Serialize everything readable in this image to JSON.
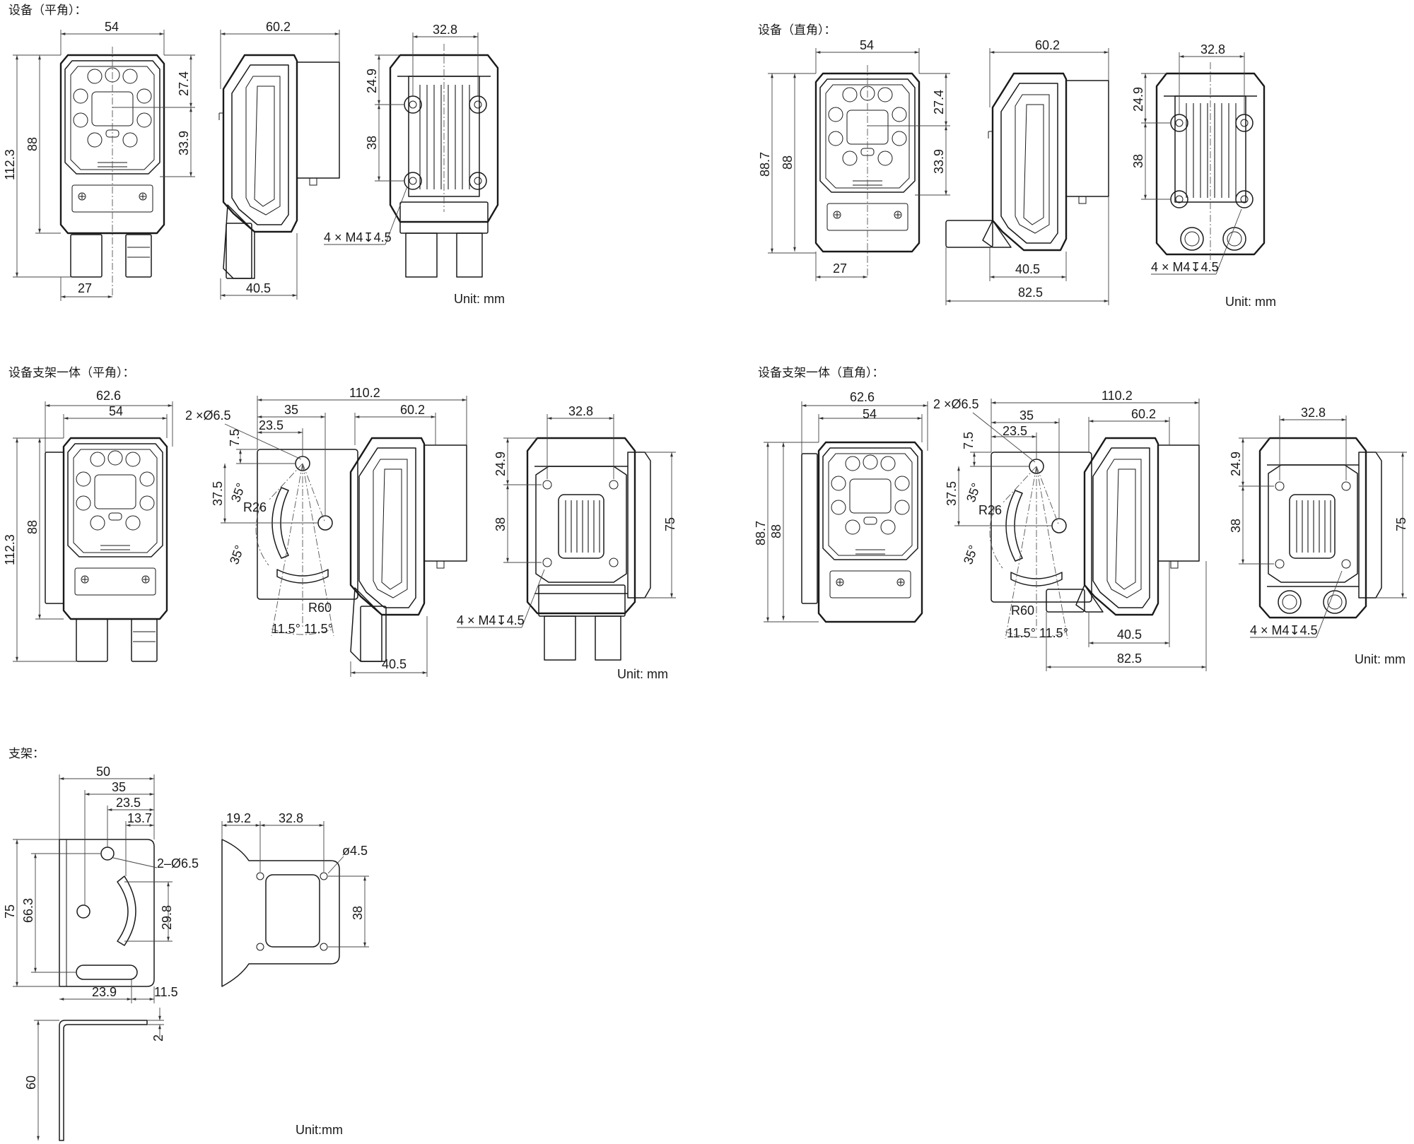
{
  "headings": {
    "device_flat": "设备（平角）：",
    "device_straight": "设备（直角）：",
    "mount_flat": "设备支架一体（平角）：",
    "mount_straight": "设备支架一体（直角）：",
    "bracket": "支架："
  },
  "units": {
    "device_flat": "Unit: mm",
    "device_straight": "Unit: mm",
    "mount_flat": "Unit: mm",
    "mount_straight": "Unit: mm",
    "bracket": "Unit:mm"
  },
  "dims": {
    "df_front_width": "54",
    "df_front_height_total": "112.3",
    "df_front_height_body": "88",
    "df_front_top": "27.4",
    "df_front_mid": "33.9",
    "df_front_bottom": "27",
    "df_side_depth": "60.2",
    "df_side_base": "40.5",
    "df_rear_width": "32.8",
    "df_rear_top": "24.9",
    "df_rear_pitch": "38",
    "df_rear_thread": "4 × M4↧4.5",
    "ds_front_width": "54",
    "ds_front_height_total": "88.7",
    "ds_front_height_body": "88",
    "ds_front_top": "27.4",
    "ds_front_mid": "33.9",
    "ds_front_bottom": "27",
    "ds_side_depth": "60.2",
    "ds_side_base": "40.5",
    "ds_side_total": "82.5",
    "ds_rear_width": "32.8",
    "ds_rear_top": "24.9",
    "ds_rear_pitch": "38",
    "ds_rear_thread": "4 × M4↧4.5",
    "mf_front_width_total": "62.6",
    "mf_front_width_body": "54",
    "mf_front_height_total": "112.3",
    "mf_front_height_body": "88",
    "mf_side_total": "110.2",
    "mf_side_hole": "2 ×Ø6.5",
    "mf_side_35": "35",
    "mf_side_235": "23.5",
    "mf_side_depth": "60.2",
    "mf_side_75": "7.5",
    "mf_side_375": "37.5",
    "mf_side_35deg_a": "35°",
    "mf_side_r26": "R26",
    "mf_side_35deg_b": "35°",
    "mf_side_r60": "R60",
    "mf_side_115a": "11.5°",
    "mf_side_115b": "11.5°",
    "mf_side_base": "40.5",
    "mf_rear_width": "32.8",
    "mf_rear_top": "24.9",
    "mf_rear_pitch": "38",
    "mf_rear_height": "75",
    "mf_rear_thread": "4 × M4↧4.5",
    "ms_front_width_total": "62.6",
    "ms_front_width_body": "54",
    "ms_front_height_total": "88.7",
    "ms_front_height_body": "88",
    "ms_side_total": "110.2",
    "ms_side_hole": "2 ×Ø6.5",
    "ms_side_35": "35",
    "ms_side_235": "23.5",
    "ms_side_depth": "60.2",
    "ms_side_75": "7.5",
    "ms_side_375": "37.5",
    "ms_side_35deg_a": "35°",
    "ms_side_r26": "R26",
    "ms_side_35deg_b": "35°",
    "ms_side_r60": "R60",
    "ms_side_115a": "11.5°",
    "ms_side_115b": "11.5°",
    "ms_side_base": "40.5",
    "ms_side_total_bottom": "82.5",
    "ms_rear_width": "32.8",
    "ms_rear_top": "24.9",
    "ms_rear_pitch": "38",
    "ms_rear_height": "75",
    "ms_rear_thread": "4 × M4↧4.5",
    "br_w50": "50",
    "br_w35": "35",
    "br_w235": "23.5",
    "br_w137": "13.7",
    "br_hole": "2–Ø6.5",
    "br_h75": "75",
    "br_h663": "66.3",
    "br_h298": "29.8",
    "br_b239": "23.9",
    "br_b115": "11.5",
    "br_f192": "19.2",
    "br_f328": "32.8",
    "br_fhole": "ø4.5",
    "br_f38": "38",
    "br_thick": "2",
    "br_h60": "60"
  }
}
